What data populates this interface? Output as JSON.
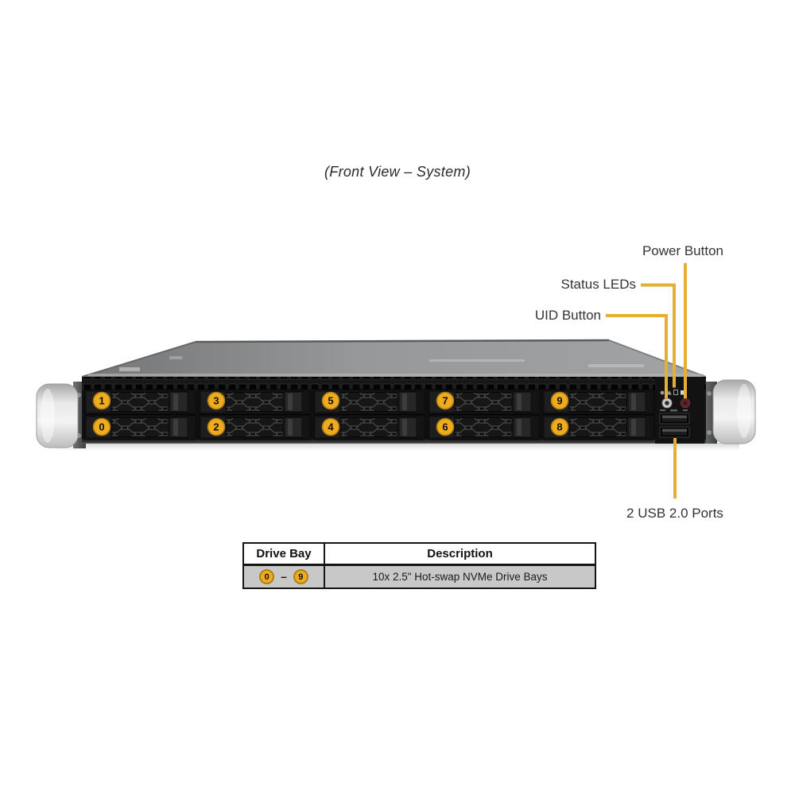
{
  "title": "(Front View – System)",
  "callouts": {
    "power_button": "Power Button",
    "status_leds": "Status LEDs",
    "uid_button": "UID Button",
    "usb_ports": "2 USB 2.0 Ports"
  },
  "server": {
    "bays_top": [
      "1",
      "3",
      "5",
      "7",
      "9"
    ],
    "bays_bottom": [
      "0",
      "2",
      "4",
      "6",
      "8"
    ]
  },
  "table": {
    "col_drive_bay": "Drive Bay",
    "col_description": "Description",
    "row": {
      "bay_first": "0",
      "range_dash": "–",
      "bay_last": "9",
      "description": "10x 2.5\" Hot-swap NVMe Drive Bays"
    }
  },
  "colors": {
    "callout_line": "#E5AE35",
    "bay_badge_fill": "#F0AC1E",
    "bay_badge_ring": "#B07F15",
    "table_row_bg": "#C8C8C8",
    "label_text": "#333333"
  }
}
